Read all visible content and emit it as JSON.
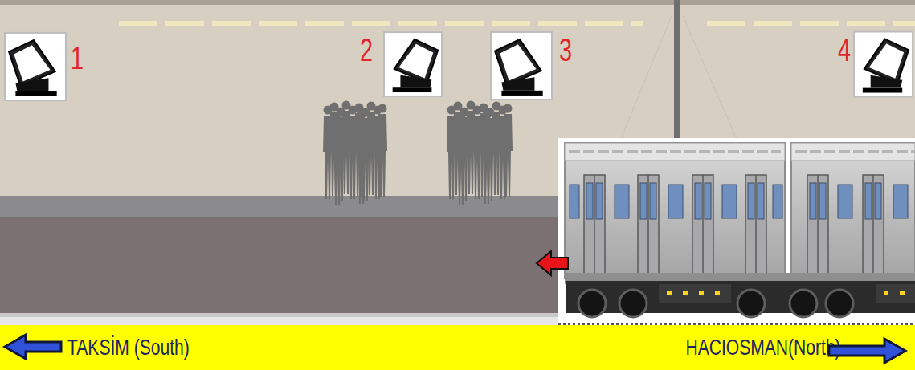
{
  "diagram": {
    "nodes": [
      {
        "text": [
          "TAKSİM (South)",
          "HACIOSMAN(North)"
        ]
      }
    ],
    "labels": [
      "1",
      "2",
      "3",
      "4"
    ]
  }
}
